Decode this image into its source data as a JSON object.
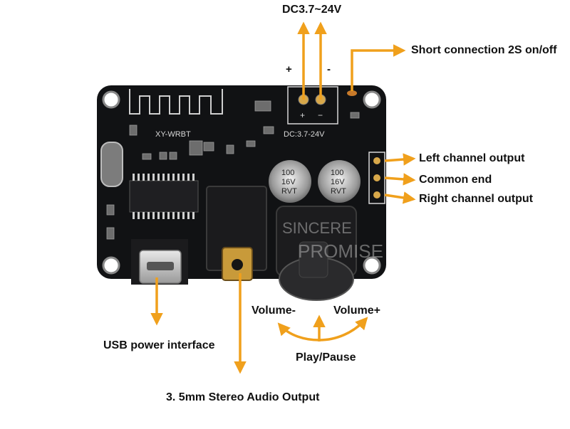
{
  "labels": {
    "power": "DC3.7~24V",
    "plus": "+",
    "minus": "-",
    "short_connection": "Short connection 2S on/off",
    "left_channel": "Left channel output",
    "common_end": "Common end",
    "right_channel": "Right channel output",
    "usb_power": "USB power interface",
    "audio_output": "3. 5mm Stereo Audio Output",
    "volume_minus": "Volume-",
    "volume_plus": "Volume+",
    "play_pause": "Play/Pause"
  },
  "board": {
    "model_silkscreen": "XY-WRBT",
    "voltage_silkscreen": "DC:3.7-24V",
    "cap_left": [
      "100",
      "16V",
      "RVT"
    ],
    "cap_right": [
      "100",
      "16V",
      "RVT"
    ]
  },
  "watermark": [
    "SINCERE",
    "PROMISE"
  ],
  "colors": {
    "arrow": "#f0a01c",
    "pcb": "#111214",
    "silkscreen": "#d8d8d8",
    "text": "#111111"
  }
}
